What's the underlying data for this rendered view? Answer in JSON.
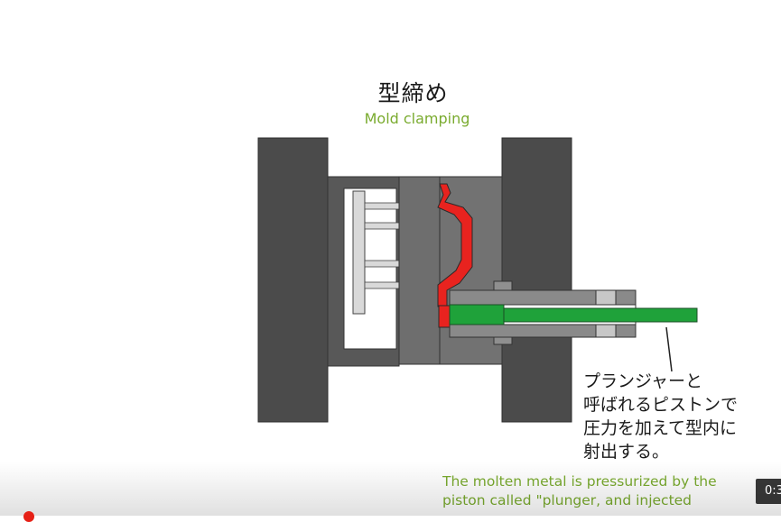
{
  "title": {
    "jp": "型締め",
    "en": "Mold clamping"
  },
  "callout": {
    "lines": [
      "プランジャーと",
      "呼ばれるピストンで",
      "圧力を加えて型内に",
      "射出する。"
    ]
  },
  "caption": {
    "lines": [
      "The molten metal is pressurized by the",
      "piston called \"plunger, and injected"
    ]
  },
  "player": {
    "time_label": "0:3"
  },
  "colors": {
    "platen": "#4b4b4b",
    "die": "#6e6e6e",
    "casting": "#e8231f",
    "plunger": "#1fa23a",
    "title_en": "#7aab2f"
  }
}
